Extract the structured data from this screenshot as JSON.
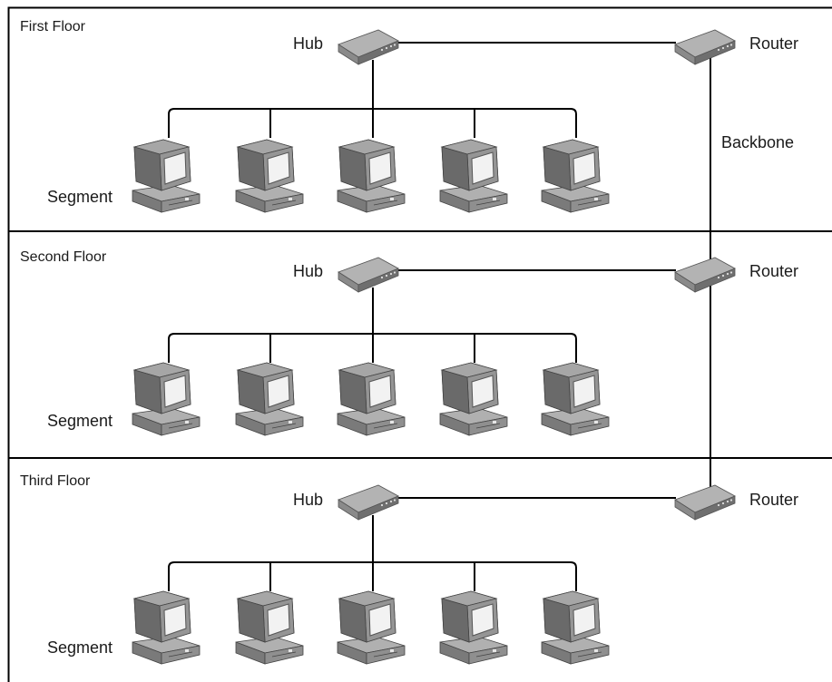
{
  "floors": [
    {
      "label": "First Floor",
      "hub_label": "Hub",
      "router_label": "Router",
      "segment_label": "Segment"
    },
    {
      "label": "Second Floor",
      "hub_label": "Hub",
      "router_label": "Router",
      "segment_label": "Segment"
    },
    {
      "label": "Third Floor",
      "hub_label": "Hub",
      "router_label": "Router",
      "segment_label": "Segment"
    }
  ],
  "backbone_label": "Backbone",
  "computers_per_segment": 5,
  "colors": {
    "line": "#000000",
    "device_top": "#b3b3b3",
    "device_front": "#8c8c8c",
    "device_side": "#6f6f6f",
    "screen": "#f2f2f2",
    "screen_bezel": "#5e5e5e"
  },
  "icons": {
    "hub": "hub-icon",
    "router": "router-icon",
    "computer": "computer-icon"
  }
}
